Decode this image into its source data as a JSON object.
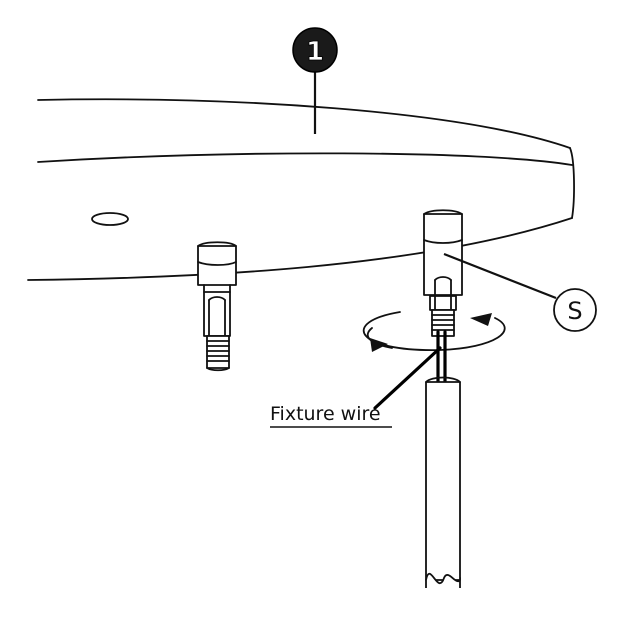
{
  "step_badge": {
    "number": "1"
  },
  "callout_s": {
    "letter": "S"
  },
  "wire_label": {
    "text": "Fixture wire"
  },
  "colors": {
    "line": "#111111",
    "badge_fill": "#1a1a1a",
    "background": "#ffffff"
  }
}
